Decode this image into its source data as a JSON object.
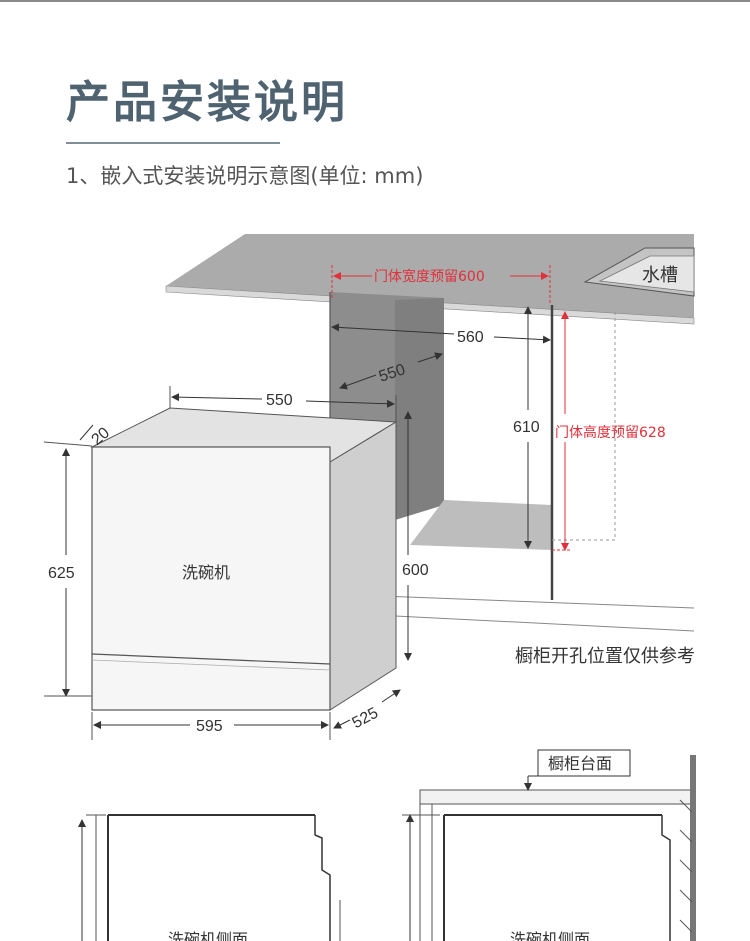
{
  "header": {
    "title": "产品安装说明",
    "subtitle": "1、嵌入式安装说明示意图(单位: mm)"
  },
  "diagram": {
    "sink_label": "水槽",
    "door_width_reserve": "门体宽度预留600",
    "door_height_reserve": "门体高度预留628",
    "cabinet_note": "橱柜开孔位置仅供参考",
    "appliance_label": "洗碗机",
    "countertop_label": "橱柜台面",
    "side_view_label": "洗碗机侧面",
    "dims": {
      "cabinet_width": "560",
      "cabinet_depth": "550",
      "cabinet_height": "610",
      "unit_depth_top": "550",
      "top_offset": "20",
      "unit_height": "625",
      "unit_width": "595",
      "unit_depth": "525",
      "unit_height_inner": "600"
    }
  },
  "colors": {
    "title": "#4f6270",
    "red": "#e0303a",
    "countertop": "#a9a9a9",
    "niche": "#8d8d8d"
  }
}
